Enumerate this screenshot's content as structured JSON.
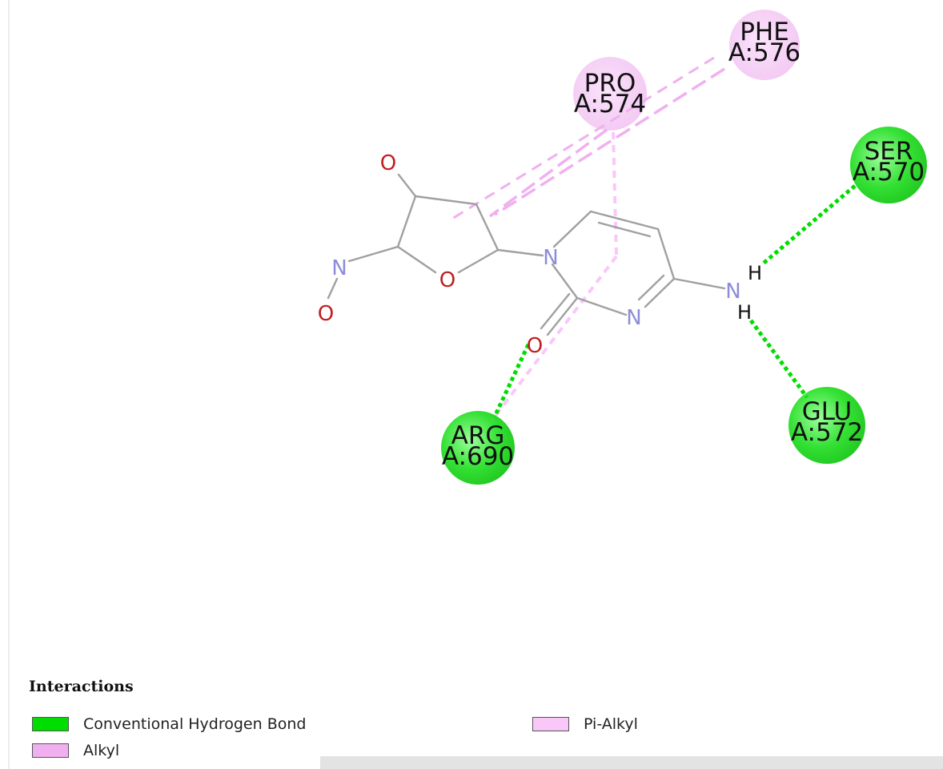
{
  "colors": {
    "hbond": "#00dd00",
    "alkyl": "#f0b0f0",
    "pialkyl": "#f9c8f9",
    "bond": "#a0a0a0",
    "nitrogen": "#8c8cd8",
    "oxygen": "#c02020",
    "hydrogen": "#111111"
  },
  "atoms": {
    "o_hydroxyl": "O",
    "n_oxime": "N",
    "o_oxime": "O",
    "o_ring": "O",
    "n1": "N",
    "n3": "N",
    "o_carbonyl": "O",
    "n_amine": "N",
    "h_amine_1": "H",
    "h_amine_2": "H"
  },
  "residues": [
    {
      "id": "phe576",
      "name": "PHE",
      "chain": "A:576",
      "type": "alkyl"
    },
    {
      "id": "pro574",
      "name": "PRO",
      "chain": "A:574",
      "type": "alkyl"
    },
    {
      "id": "ser570",
      "name": "SER",
      "chain": "A:570",
      "type": "hbond"
    },
    {
      "id": "arg690",
      "name": "ARG",
      "chain": "A:690",
      "type": "hbond"
    },
    {
      "id": "glu572",
      "name": "GLU",
      "chain": "A:572",
      "type": "hbond"
    }
  ],
  "legend": {
    "title": "Interactions",
    "items": [
      {
        "label": "Conventional Hydrogen Bond",
        "color": "#00dd00"
      },
      {
        "label": "Pi-Alkyl",
        "color": "#f9c8f9"
      },
      {
        "label": "Alkyl",
        "color": "#f0b0f0"
      }
    ]
  }
}
